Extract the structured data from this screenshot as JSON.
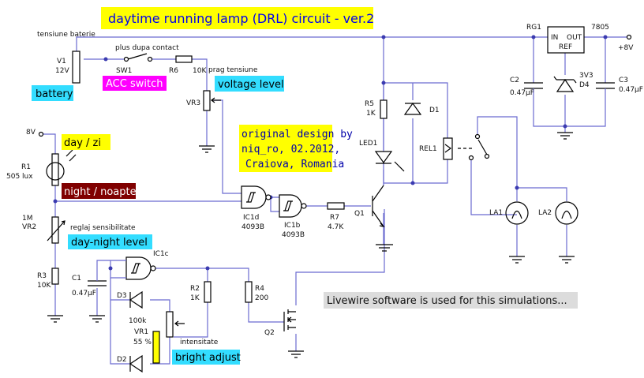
{
  "title": "daytime running lamp (DRL) circuit - ver.2",
  "colors": {
    "yellow": "#ffff00",
    "cyan": "#33ddff",
    "magenta": "#ff00ff",
    "maroon": "#800000",
    "gray": "#dcdcdc",
    "wire": "#6b6bd0"
  },
  "labels": {
    "tensiune_baterie": "tensiune baterie",
    "plus_dupa_contact": "plus dupa contact",
    "prag_tensiune": "prag tensiune",
    "reglaj": "reglaj sensibilitate",
    "intensitate": "intensitate"
  },
  "callouts": {
    "battery": "battery",
    "acc": "ACC switch",
    "voltage": "voltage level",
    "day": "day / zi",
    "night": "night / noapte",
    "daynight": "day-night level",
    "bright": "bright adjust",
    "livewire": "Livewire software is used for this simulations...",
    "original": [
      "original design by",
      "niq_ro, 02.2012,",
      "Craiova, Romania"
    ]
  },
  "components": {
    "v1": "V1",
    "v1_val": "12V",
    "sw1": "SW1",
    "r6": "R6",
    "r6_val": "10K",
    "vr3": "VR3",
    "v8": "8V",
    "r1": "R1",
    "r1_val": "505 lux",
    "vr2_val": "1M",
    "vr2": "VR2",
    "r3": "R3",
    "r3_val": "10K",
    "c1": "C1",
    "c1_val": "0.47µF",
    "ic1c": "IC1c",
    "ic1d": "IC1d",
    "ic1d_type": "4093B",
    "ic1b": "IC1b",
    "ic1b_type": "4093B",
    "r7": "R7",
    "r7_val": "4.7K",
    "q1": "Q1",
    "r5": "R5",
    "r5_val": "1K",
    "led1": "LED1",
    "d1": "D1",
    "rel1": "REL1",
    "r2": "R2",
    "r2_val": "1K",
    "r4": "R4",
    "r4_val": "200",
    "q2": "Q2",
    "d3": "D3",
    "d2": "D2",
    "vr1_val": "100k",
    "vr1": "VR1",
    "vr1_pct": "55 %",
    "rg1": "RG1",
    "rg1_type": "7805",
    "in": "IN",
    "out": "OUT",
    "ref": "REF",
    "c2": "C2",
    "c2_val": "0.47µF",
    "v3v3": "3V3",
    "d4": "D4",
    "c3": "C3",
    "c3_val": "0.47µF",
    "plus8": "+8V",
    "la1": "LA1",
    "la2": "LA2"
  }
}
